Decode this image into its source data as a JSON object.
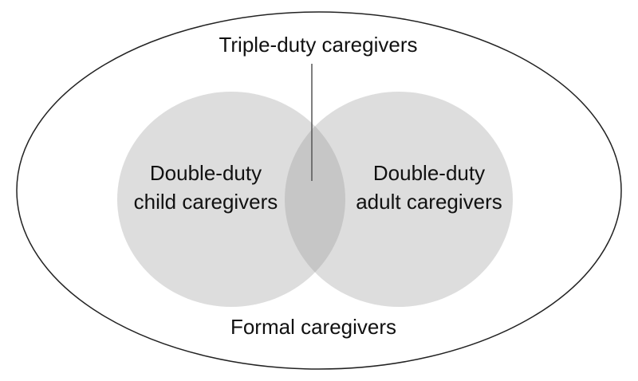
{
  "diagram": {
    "type": "venn",
    "outer_set": {
      "label": "Formal caregivers"
    },
    "sets": [
      {
        "label_line1": "Double-duty",
        "label_line2": "child caregivers"
      },
      {
        "label_line1": "Double-duty",
        "label_line2": "adult caregivers"
      }
    ],
    "intersection": {
      "label": "Triple-duty caregivers"
    },
    "colors": {
      "circle_fill": "#dddddd",
      "overlap_fill": "#c6c6c6",
      "outline": "#222222",
      "leader_line": "#555555"
    }
  }
}
